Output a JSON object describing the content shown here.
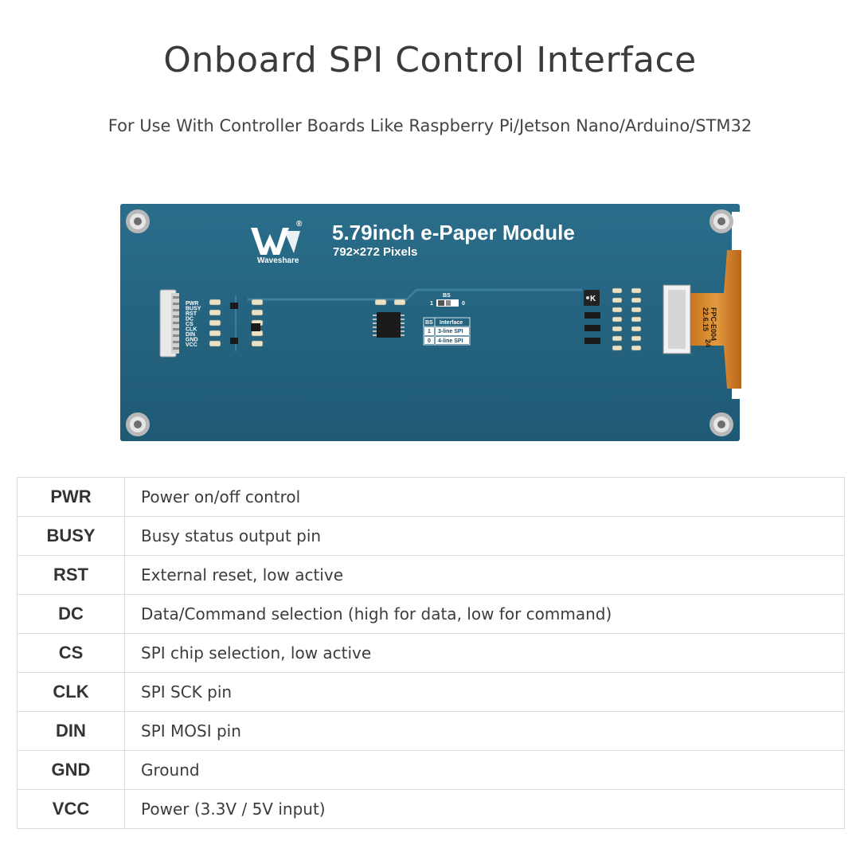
{
  "header": {
    "title": "Onboard SPI Control Interface",
    "subtitle": "For Use With Controller Boards Like Raspberry Pi/Jetson Nano/Arduino/STM32"
  },
  "board": {
    "brand": "Waveshare",
    "registered_mark": "®",
    "product_name": "5.79inch e-Paper Module",
    "resolution": "792×272 Pixels",
    "pin_labels": [
      "PWR",
      "BUSY",
      "RST",
      "DC",
      "CS",
      "CLK",
      "DIN",
      "GND",
      "VCC"
    ],
    "bs_switch": {
      "label": "BS",
      "left": "1",
      "right": "0"
    },
    "bs_table": {
      "headers": [
        "BS",
        "Interface"
      ],
      "rows": [
        [
          "1",
          "3-line SPI"
        ],
        [
          "0",
          "4-line SPI"
        ]
      ]
    },
    "k_label": "K",
    "fpc_label": "FPC-E004",
    "fpc_date": "22.6.15",
    "fpc_pin": "24",
    "colors": {
      "pcb": "#23637f",
      "fpc": "#d98a2e",
      "pad": "#e8e2c8"
    }
  },
  "pins": [
    {
      "name": "PWR",
      "description": "Power on/off control"
    },
    {
      "name": "BUSY",
      "description": "Busy status output pin"
    },
    {
      "name": "RST",
      "description": "External reset, low active"
    },
    {
      "name": "DC",
      "description": "Data/Command selection (high for data, low for command)"
    },
    {
      "name": "CS",
      "description": "SPI chip selection, low active"
    },
    {
      "name": "CLK",
      "description": "SPI SCK pin"
    },
    {
      "name": "DIN",
      "description": "SPI MOSI pin"
    },
    {
      "name": "GND",
      "description": "Ground"
    },
    {
      "name": "VCC",
      "description": "Power (3.3V / 5V input)"
    }
  ]
}
